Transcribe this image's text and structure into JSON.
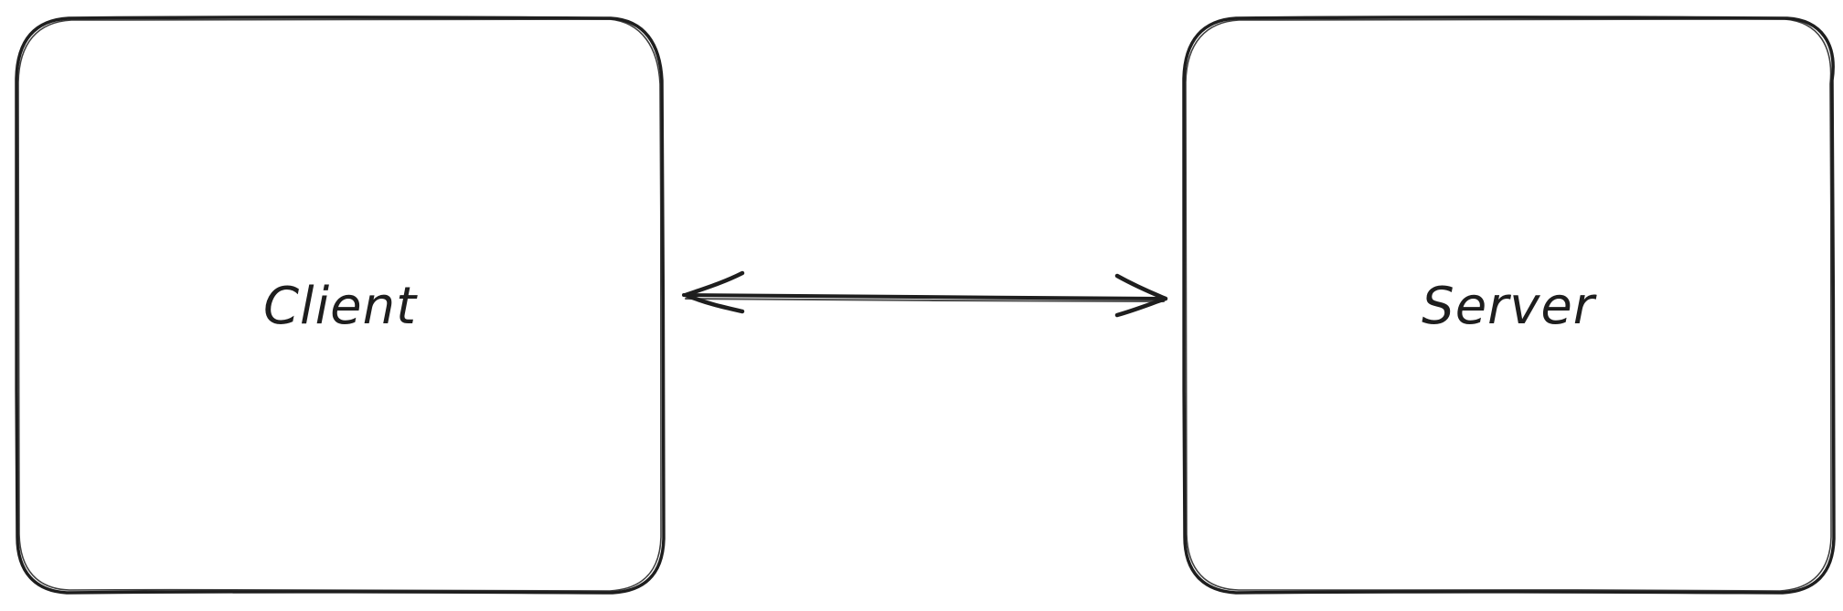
{
  "diagram": {
    "nodes": [
      {
        "id": "client",
        "label": "Client"
      },
      {
        "id": "server",
        "label": "Server"
      }
    ],
    "edges": [
      {
        "from": "client",
        "to": "server",
        "arrowheads": "both"
      }
    ]
  },
  "colors": {
    "stroke": "#1e1e1e",
    "background": "#ffffff"
  }
}
